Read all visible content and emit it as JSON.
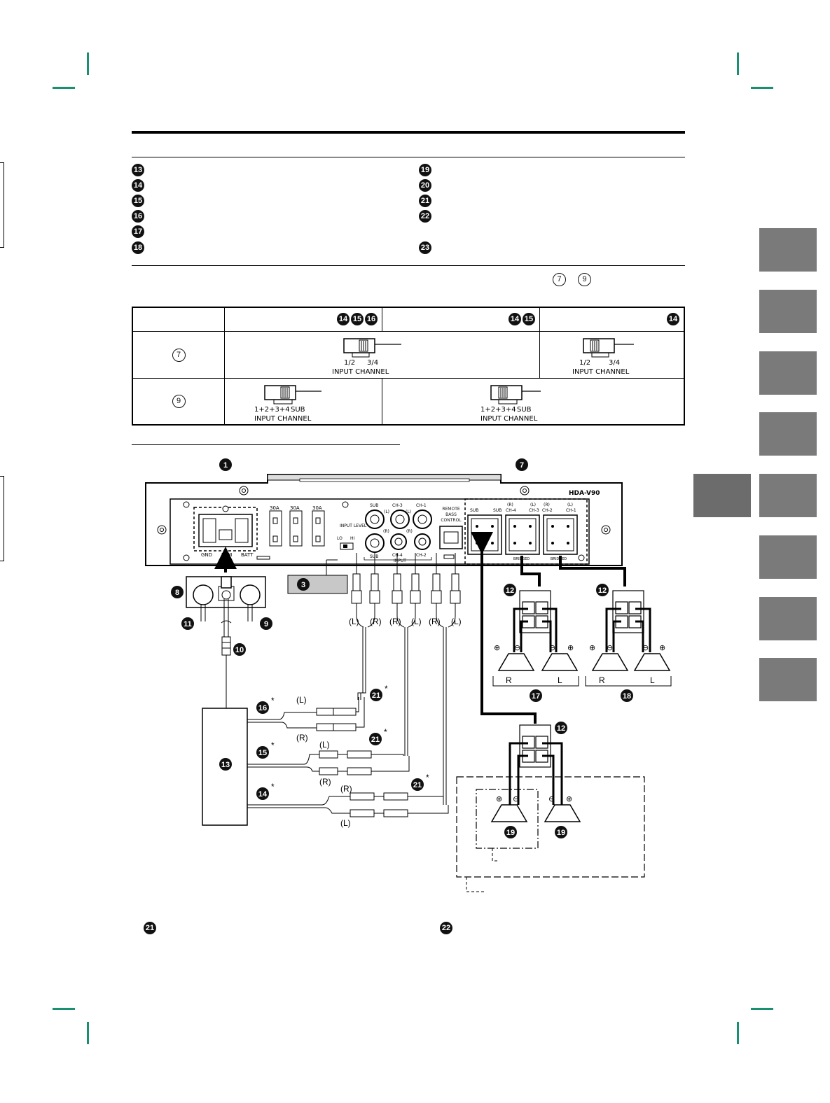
{
  "legend_left": [
    "13",
    "14",
    "15",
    "16",
    "17",
    "18"
  ],
  "legend_right": [
    "19",
    "20",
    "21",
    "22",
    "23"
  ],
  "table_note_refs": [
    "7",
    "9"
  ],
  "table": {
    "col_headers": [
      {
        "badges": [
          "14",
          "15",
          "16"
        ]
      },
      {
        "badges": [
          "14",
          "15"
        ]
      },
      {
        "badges": [
          "14"
        ]
      }
    ],
    "row7_ref": "7",
    "row9_ref": "9",
    "switch_row7": {
      "pos_left": "1/2",
      "pos_right": "3/4",
      "caption": "INPUT CHANNEL"
    },
    "switch_row9": {
      "pos_left": "1+2+3+4",
      "pos_right": "SUB",
      "caption": "INPUT CHANNEL"
    }
  },
  "diagram": {
    "model": "HDA-V90",
    "fuses": [
      "30A",
      "30A",
      "30A"
    ],
    "power_terms": [
      "GND",
      "REM",
      "BATT"
    ],
    "input_level": {
      "label": "INPUT LEVEL",
      "lo": "LO",
      "hi": "HI"
    },
    "rca_top": [
      "SUB",
      "CH-3",
      "CH-1"
    ],
    "rca_bottom": [
      "SUB",
      "CH-4",
      "CH-2"
    ],
    "rca_lr_top": [
      "(L)",
      "(L)"
    ],
    "rca_lr_bottom": [
      "(R)",
      "(R)"
    ],
    "input_text": "INPUT",
    "remote": "REMOTE BASS CONTROL",
    "speaker_terms": [
      "SUB",
      "SUB",
      "CH-4",
      "CH-3",
      "CH-2",
      "CH-1"
    ],
    "speaker_lr": [
      "(R)",
      "(L)",
      "(R)",
      "(L)"
    ],
    "bridged": [
      "BRIDGED",
      "BRIDGED"
    ],
    "callouts": [
      "1",
      "7",
      "3",
      "8",
      "9",
      "10",
      "11",
      "12",
      "12",
      "12",
      "13",
      "14",
      "15",
      "16",
      "17",
      "18",
      "19",
      "19",
      "21",
      "21",
      "21"
    ],
    "channel_labels": [
      "(L)",
      "(R)",
      "(R)",
      "(L)",
      "(R)",
      "(L)"
    ],
    "cable_labels": [
      "(L)",
      "(R)",
      "(L)",
      "(R)",
      "(R)",
      "(L)"
    ],
    "speaker_rl": [
      "R",
      "L",
      "R",
      "L"
    ],
    "asterisk": "*"
  },
  "bottom_refs": [
    "21",
    "22"
  ]
}
